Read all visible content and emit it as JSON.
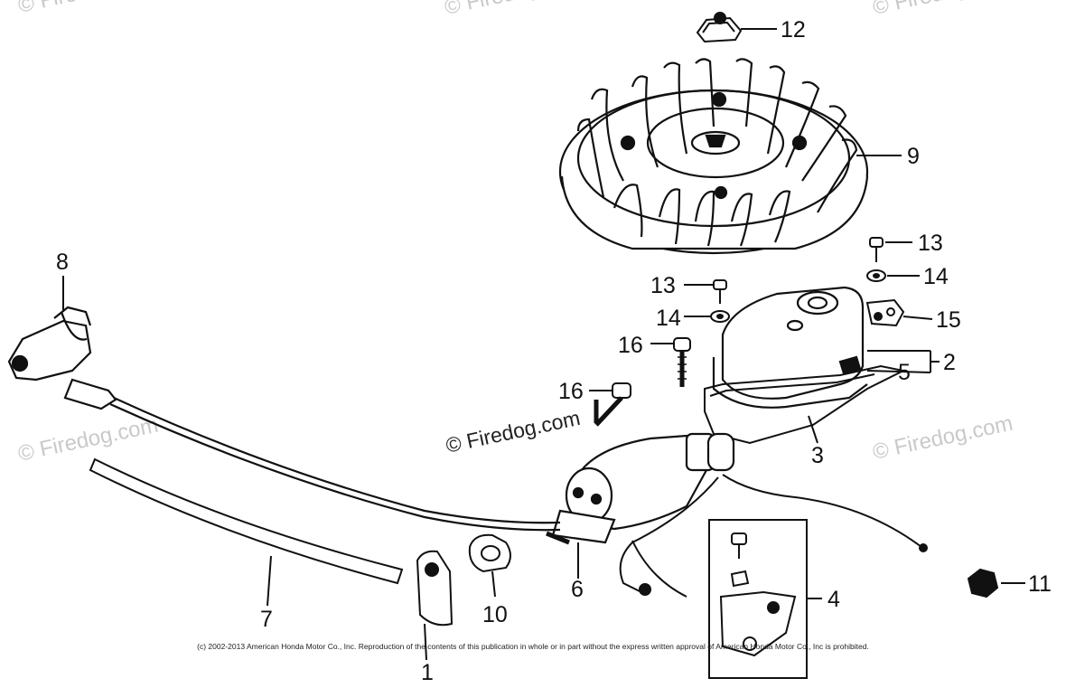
{
  "diagram": {
    "callouts": [
      {
        "id": "c1",
        "label": "1"
      },
      {
        "id": "c2",
        "label": "2"
      },
      {
        "id": "c3",
        "label": "3"
      },
      {
        "id": "c4",
        "label": "4"
      },
      {
        "id": "c5",
        "label": "5"
      },
      {
        "id": "c6",
        "label": "6"
      },
      {
        "id": "c7",
        "label": "7"
      },
      {
        "id": "c8",
        "label": "8"
      },
      {
        "id": "c9",
        "label": "9"
      },
      {
        "id": "c10",
        "label": "10"
      },
      {
        "id": "c11",
        "label": "11"
      },
      {
        "id": "c12",
        "label": "12"
      },
      {
        "id": "c13a",
        "label": "13"
      },
      {
        "id": "c13b",
        "label": "13"
      },
      {
        "id": "c14a",
        "label": "14"
      },
      {
        "id": "c14b",
        "label": "14"
      },
      {
        "id": "c15",
        "label": "15"
      },
      {
        "id": "c16a",
        "label": "16"
      },
      {
        "id": "c16b",
        "label": "16"
      }
    ],
    "watermarks": [
      "© Firedog.com",
      "© Firedog.com",
      "© Firedog.com",
      "© Firedog.com",
      "© Firedog.com",
      "© Firedog.com"
    ],
    "inline_watermark": "© Firedog.com",
    "copyright": "(c) 2002-2013 American Honda Motor Co., Inc. Reproduction of the contents of this publication in whole or in part without the express written approval of American Honda Motor Co., Inc is prohibited."
  }
}
